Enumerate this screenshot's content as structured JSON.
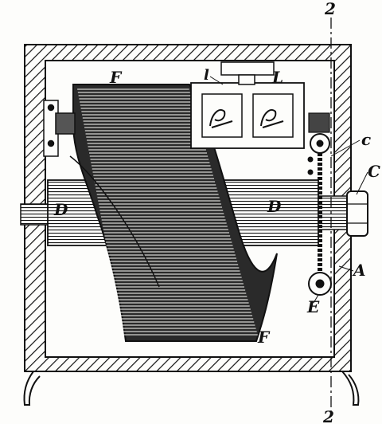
{
  "labels": {
    "section_top": "2",
    "section_bottom": "2",
    "F_top": "F",
    "F_bottom": "F",
    "l": "l",
    "L": "L",
    "c": "c",
    "C": "C",
    "D_left": "D",
    "D_right": "D",
    "A": "A",
    "E": "E"
  },
  "colors": {
    "ink": "#111111",
    "paper": "#fdfdfb"
  }
}
